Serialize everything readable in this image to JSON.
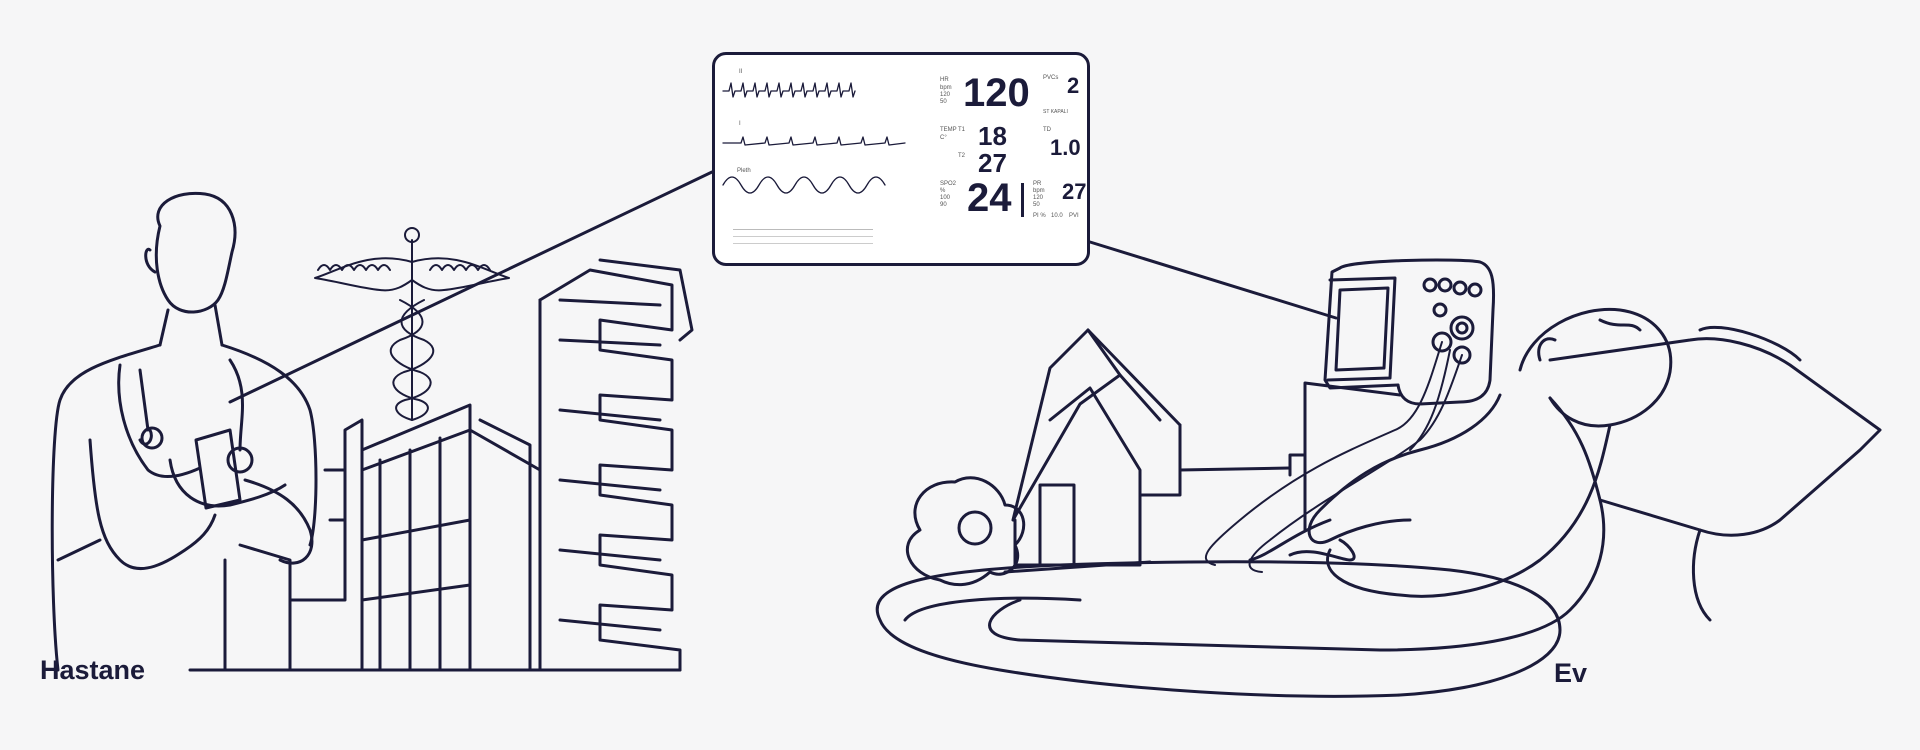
{
  "captions": {
    "hospital": "Hastane",
    "home": "Ev"
  },
  "monitor": {
    "hr": {
      "label": "HR",
      "unit": "bpm",
      "hi": "120",
      "lo": "50",
      "value": "120"
    },
    "pvcs": {
      "label": "PVCs",
      "value": "2"
    },
    "st": {
      "label": "ST KAPALI"
    },
    "temp": {
      "label": "TEMP",
      "unit": "C°",
      "t1_label": "T1",
      "t1_value": "18",
      "t2_label": "T2",
      "t2_value": "27",
      "td_label": "TD",
      "td_value": "1.0"
    },
    "spo2": {
      "label": "SPO2",
      "unit": "%",
      "hi": "100",
      "lo": "90",
      "value": "24"
    },
    "pr": {
      "label": "PR",
      "unit": "bpm",
      "hi": "120",
      "lo": "50",
      "value": "27"
    },
    "pi": {
      "label": "PI %",
      "value": "10.0",
      "pvi_label": "PVI"
    },
    "pleth_label": "Pleth",
    "ecg_lead_1": "II",
    "ecg_lead_2": "I"
  },
  "colors": {
    "ink": "#1b1b3a",
    "background": "#f6f6f7"
  }
}
